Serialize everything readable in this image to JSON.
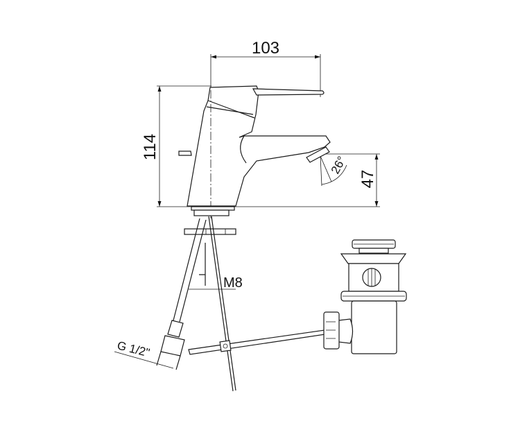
{
  "drawing": {
    "dimensions": {
      "width": "103",
      "height": "114",
      "spout_height": "47",
      "spout_angle": "26°",
      "rod_thread": "M8",
      "hose_connection": "G 1/2\""
    },
    "colors": {
      "line": "#1a1a1a",
      "background": "#ffffff"
    }
  }
}
